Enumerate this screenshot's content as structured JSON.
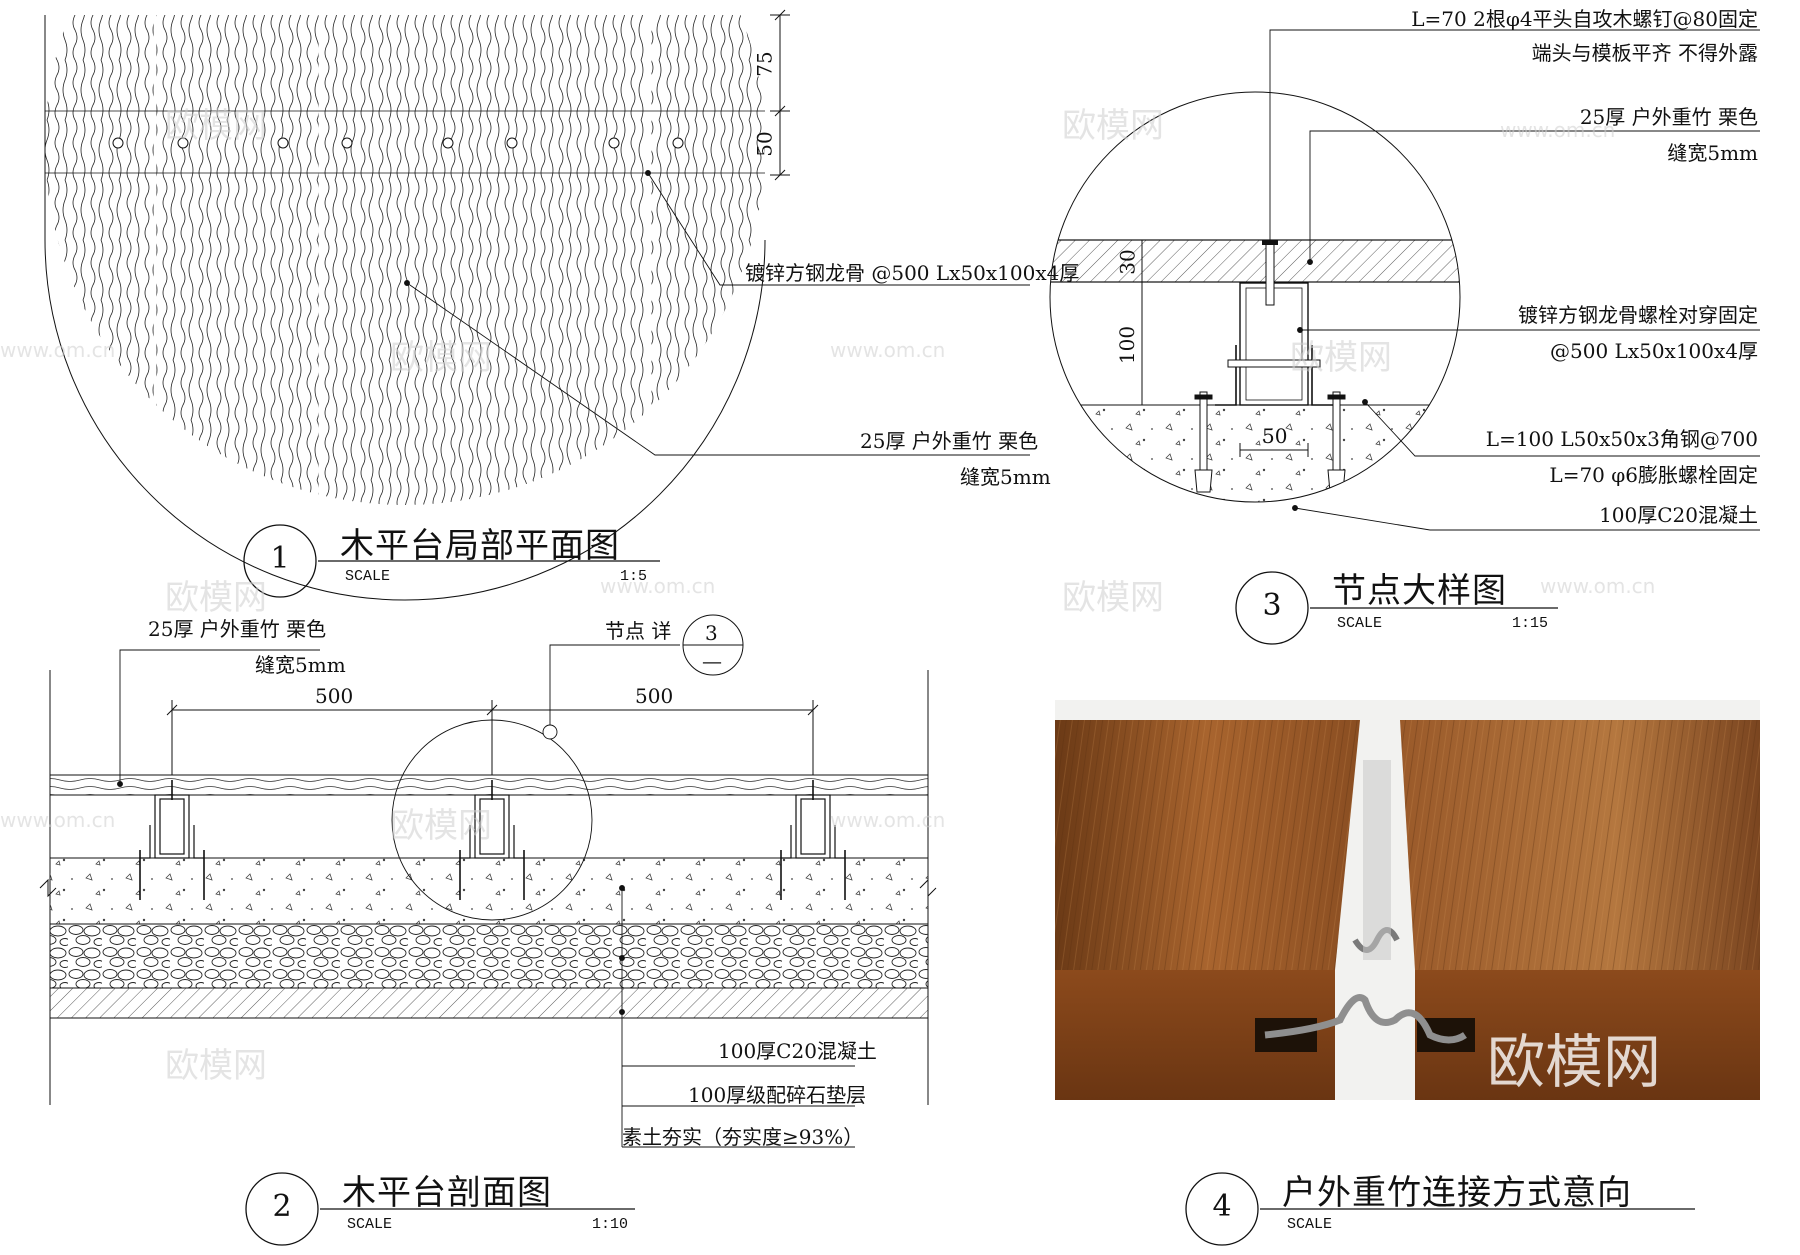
{
  "fig1": {
    "number": "1",
    "title": "木平台局部平面图",
    "scale_label": "SCALE",
    "scale_value": "1:5",
    "dim_top": "75",
    "dim_mid": "50",
    "label_keel": "镀锌方钢龙骨 @500 Lx50x100x4厚",
    "label_deck_1": "25厚 户外重竹 栗色",
    "label_deck_2": "缝宽5mm"
  },
  "fig2": {
    "number": "2",
    "title": "木平台剖面图",
    "scale_label": "SCALE",
    "scale_value": "1:10",
    "label_deck_1": "25厚 户外重竹 栗色",
    "label_deck_2": "缝宽5mm",
    "detail_ref": "节点 详",
    "detail_num": "3",
    "detail_sheet": "—",
    "dim_left": "500",
    "dim_right": "500",
    "layer_concrete": "100厚C20混凝土",
    "layer_gravel": "100厚级配碎石垫层",
    "layer_soil": "素土夯实（夯实度≥93%）"
  },
  "fig3": {
    "number": "3",
    "title": "节点大样图",
    "scale_label": "SCALE",
    "scale_value": "1:15",
    "screw_1": "L=70 2根φ4平头自攻木螺钉@80固定",
    "screw_2": "端头与模板平齐 不得外露",
    "deck_1": "25厚 户外重竹 栗色",
    "deck_2": "缝宽5mm",
    "keel_1": "镀锌方钢龙骨螺栓对穿固定",
    "keel_2": "@500 Lx50x100x4厚",
    "angle_1": "L=100 L50x50x3角钢@700",
    "angle_2": "L=70 φ6膨胀螺栓固定",
    "concrete": "100厚C20混凝土",
    "dim_30": "30",
    "dim_100": "100",
    "dim_50": "50"
  },
  "fig4": {
    "number": "4",
    "title": "户外重竹连接方式意向",
    "scale_label": "SCALE"
  },
  "watermarks": {
    "brand": "欧模网",
    "url": "www.om.cn"
  },
  "colors": {
    "line": "#111111",
    "wood_light": "#b8733a",
    "wood_dark": "#7a4419",
    "watermark": "#cfcfcf"
  }
}
